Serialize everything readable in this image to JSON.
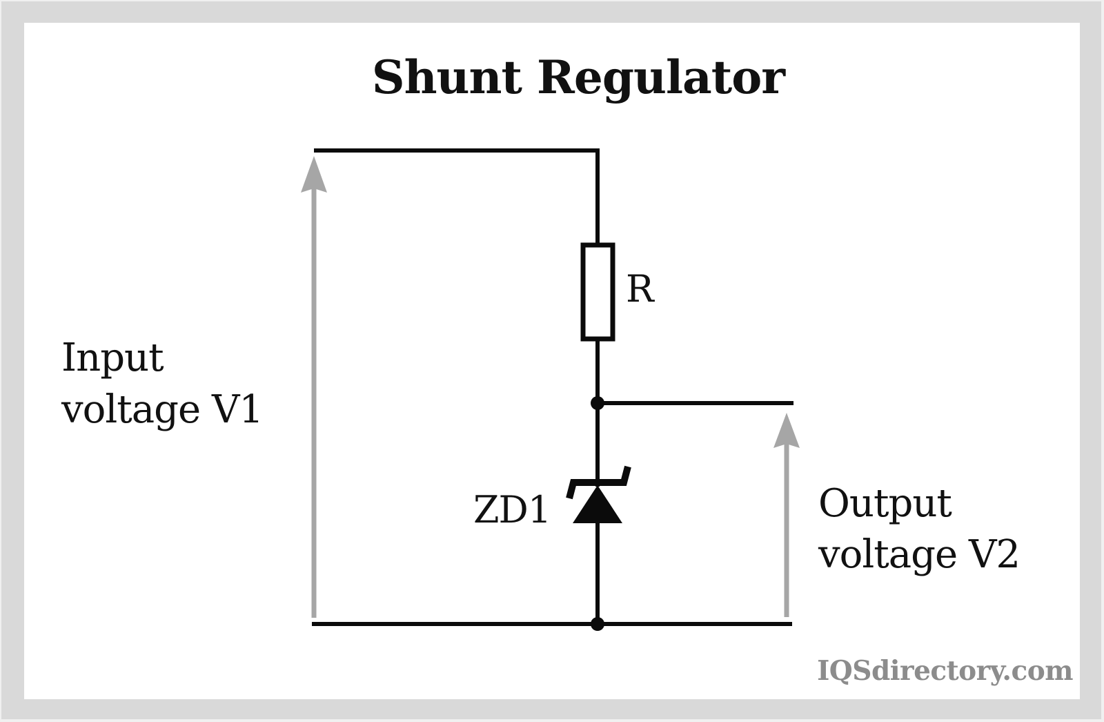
{
  "diagram": {
    "title": "Shunt Regulator",
    "type": "circuit-schematic",
    "components": [
      {
        "id": "R",
        "kind": "resistor",
        "label": "R"
      },
      {
        "id": "ZD1",
        "kind": "zener-diode",
        "label": "ZD1"
      }
    ],
    "labels": {
      "input_line1": "Input",
      "input_line2": "voltage V1",
      "output_line1": "Output",
      "output_line2": "voltage V2",
      "resistor": "R",
      "zener": "ZD1"
    },
    "connections": [
      {
        "from": "input-top",
        "to": "R",
        "note": "series"
      },
      {
        "from": "R",
        "to": "junction-output",
        "note": "node"
      },
      {
        "from": "junction-output",
        "to": "output-top"
      },
      {
        "from": "junction-output",
        "to": "ZD1",
        "note": "cathode"
      },
      {
        "from": "ZD1",
        "to": "ground-rail",
        "note": "anode"
      },
      {
        "from": "input-bottom",
        "to": "ground-rail"
      },
      {
        "from": "ground-rail",
        "to": "output-bottom"
      }
    ],
    "colors": {
      "wire": "#0b0b0b",
      "voltage_arrow": "#a6a6a6",
      "frame": "#d9d9d9",
      "background": "#ffffff",
      "watermark": "#8c8c8c"
    },
    "watermark": "IQSdirectory.com"
  }
}
